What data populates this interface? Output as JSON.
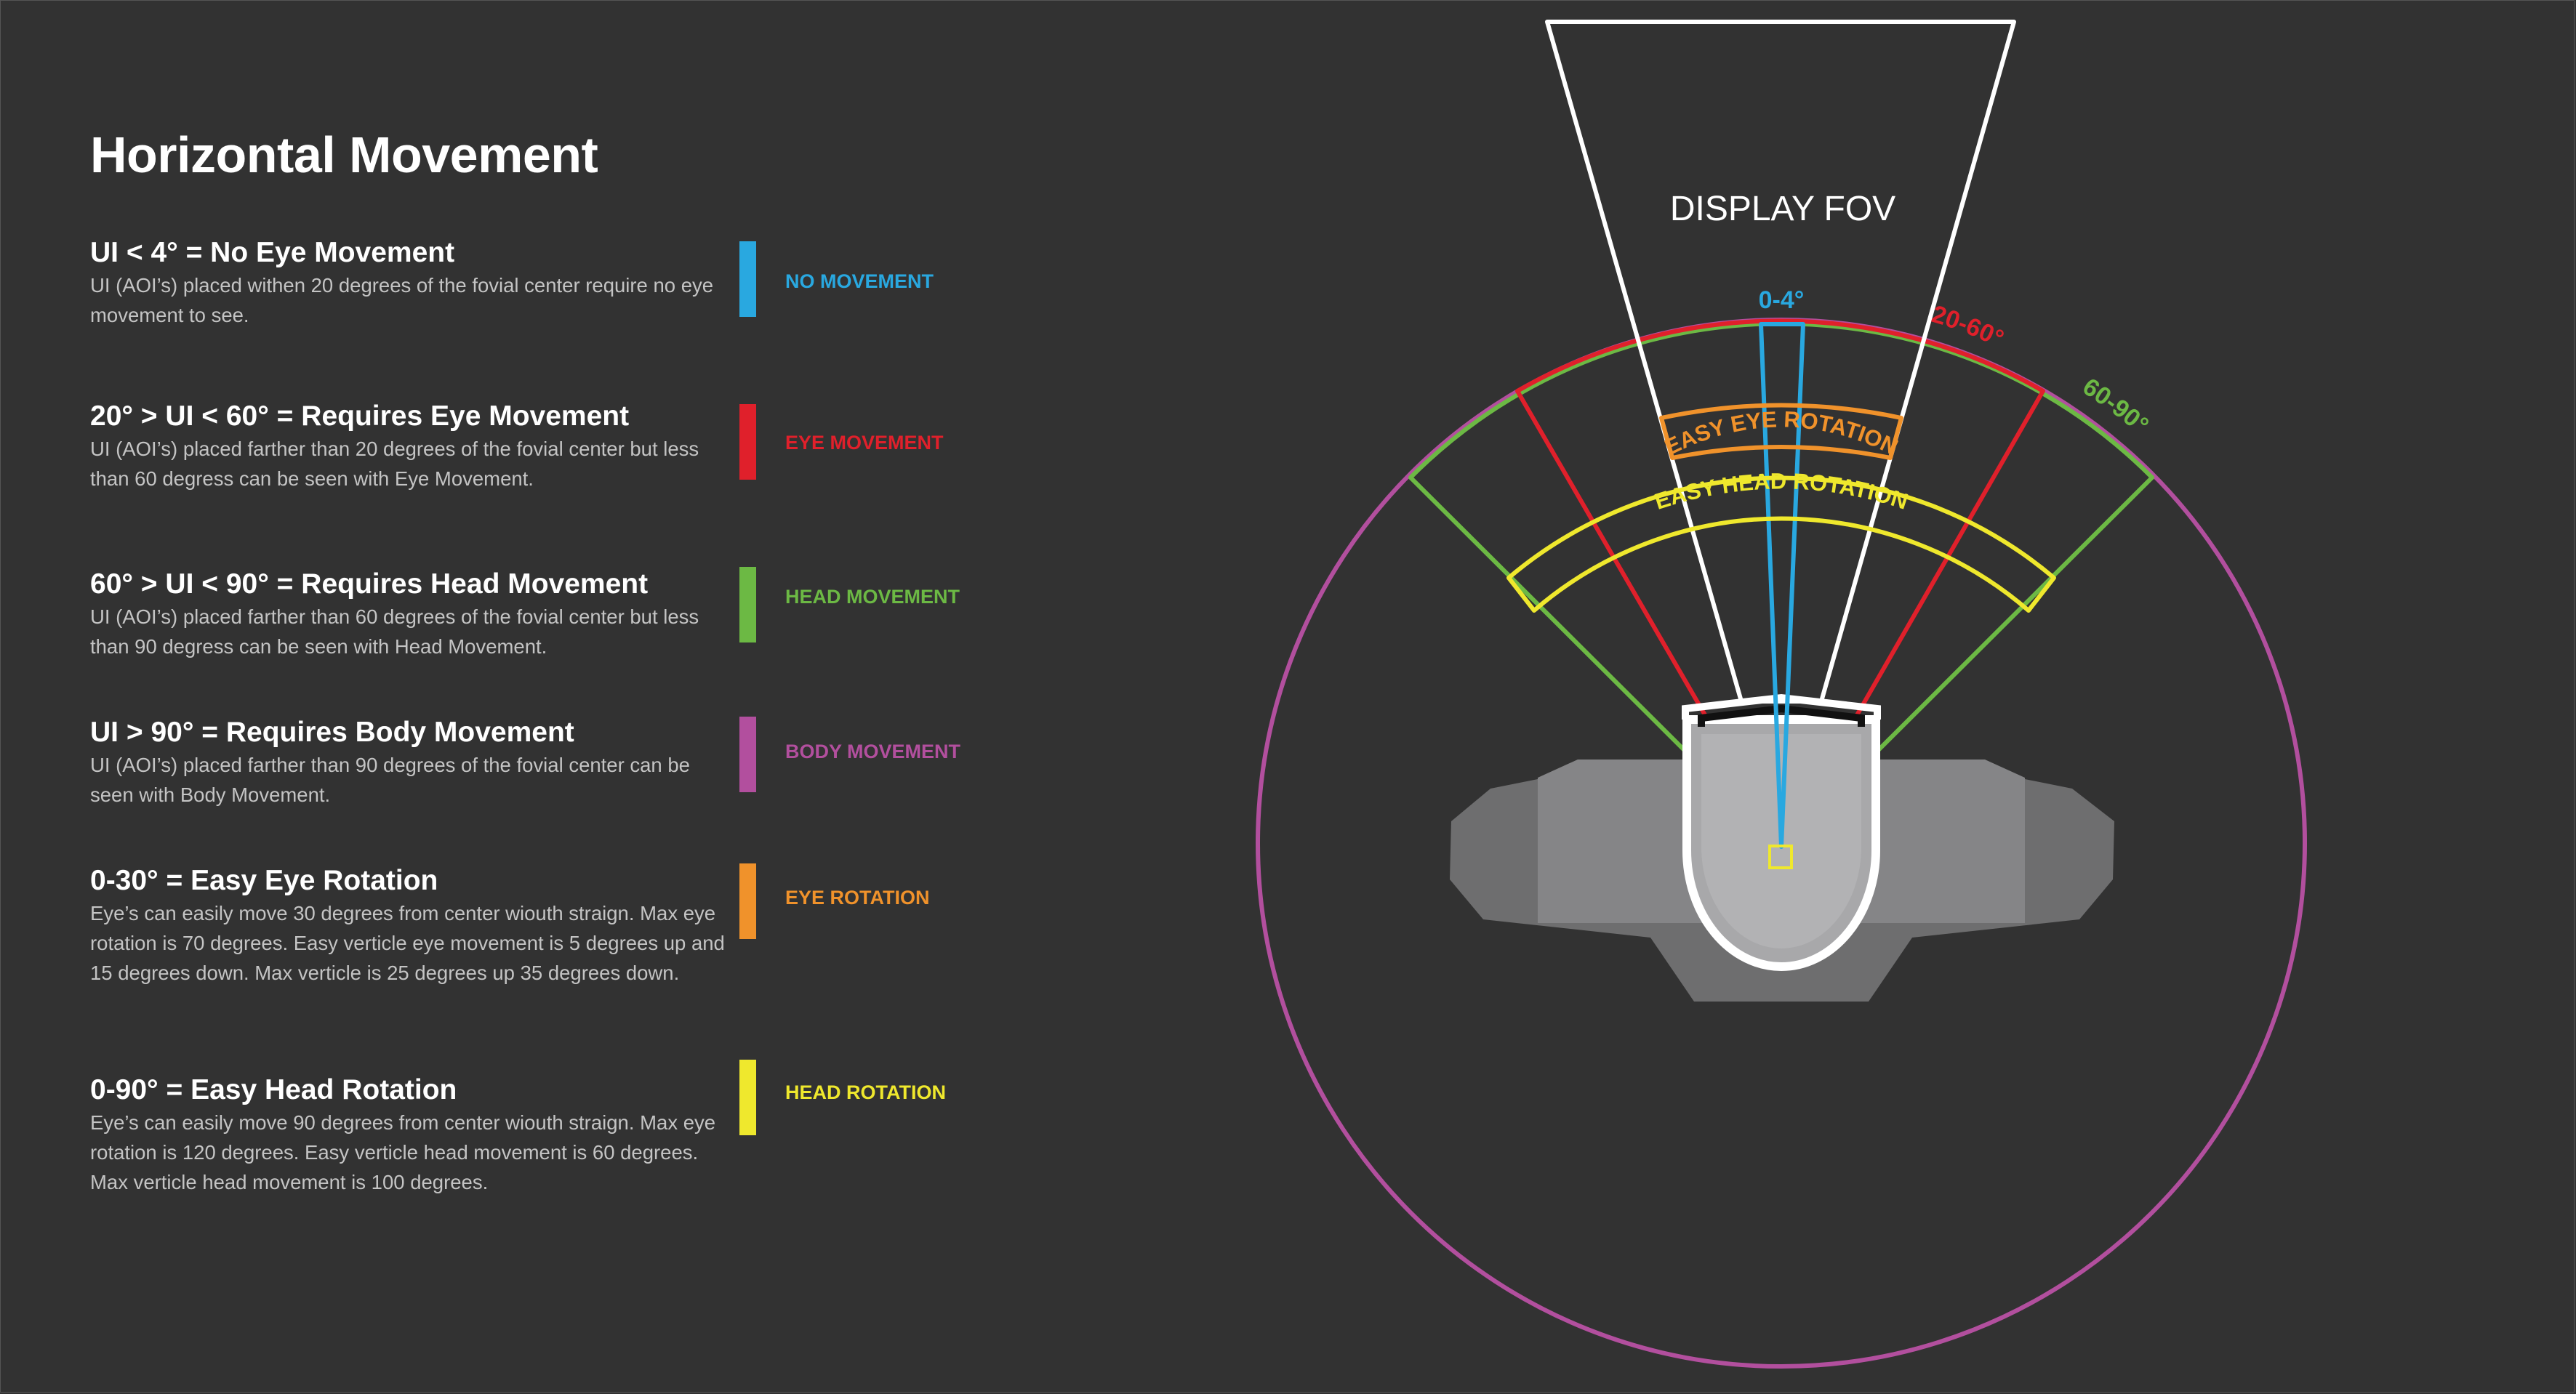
{
  "page": {
    "title": "Horizontal Movement"
  },
  "items": [
    {
      "heading": "UI < 4° = No Eye Movement",
      "description": "UI (AOI’s) placed withen 20 degrees of the fovial center require no eye movement to see.",
      "legend_label": "NO MOVEMENT",
      "color": "#29a8e0"
    },
    {
      "heading": "20° > UI < 60° = Requires Eye Movement",
      "description": "UI (AOI’s) placed farther than 20 degrees of the fovial center but less than 60 degress can be seen with Eye Movement.",
      "legend_label": "EYE MOVEMENT",
      "color": "#e0202b"
    },
    {
      "heading": "60° > UI < 90° = Requires Head Movement",
      "description": "UI (AOI’s) placed farther than 60 degrees of the fovial center but less than 90 degress can be seen with Head Movement.",
      "legend_label": "HEAD MOVEMENT",
      "color": "#6cb944"
    },
    {
      "heading": "UI > 90° = Requires Body Movement",
      "description": "UI (AOI’s) placed farther than 90 degrees of the fovial center can be seen with Body Movement.",
      "legend_label": "BODY MOVEMENT",
      "color": "#b24f9e"
    },
    {
      "heading": "0-30° = Easy Eye Rotation",
      "description": "Eye’s can easily move 30 degrees from center wiouth straign. Max eye rotation is 70 degrees. Easy verticle eye movement is 5 degrees up and 15 degrees down. Max verticle is 25 degrees up 35 degrees down.",
      "legend_label": "EYE ROTATION",
      "color": "#f0922b"
    },
    {
      "heading": "0-90° = Easy Head Rotation",
      "description": "Eye’s can easily move 90 degrees from center wiouth straign. Max eye rotation is 120 degrees. Easy verticle head movement is 60 degrees. Max verticle head movement is 100 degrees.",
      "legend_label": "HEAD ROTATION",
      "color": "#efe82d"
    }
  ],
  "diagram": {
    "display_fov_label": "DISPLAY FOV",
    "no_movement_label": "0-4°",
    "eye_movement_label": "20-60°",
    "head_movement_label": "60-90°",
    "easy_eye_rotation_label": "EASY EYE ROTATION",
    "easy_head_rotation_label": "EASY HEAD ROTATION"
  }
}
